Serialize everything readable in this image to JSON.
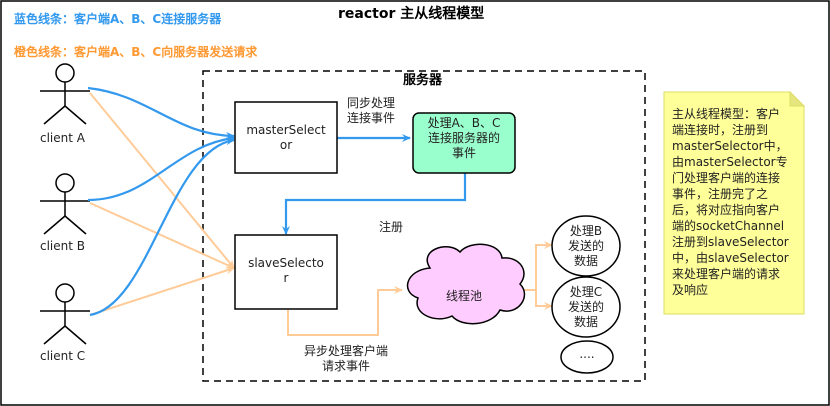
{
  "title": "reactor 主从线程模型",
  "legend": {
    "blue": "蓝色线条：客户端A、B、C连接服务器",
    "orange": "橙色线条：客户端A、B、C向服务器发送请求"
  },
  "server_label": "服务器",
  "clients": [
    "client A",
    "client B",
    "client C"
  ],
  "master": [
    "masterSelect",
    "or"
  ],
  "slave": [
    "slaveSelecto",
    "r"
  ],
  "sync_label": [
    "同步处理",
    "连接事件"
  ],
  "process_box": [
    "处理A、B、C",
    "连接服务器的",
    "事件"
  ],
  "register_label": "注册",
  "thread_pool": "线程池",
  "async_label": [
    "异步处理客户端",
    "请求事件"
  ],
  "result_b": [
    "处理B",
    "发送的",
    "数据"
  ],
  "result_c": [
    "处理C",
    "发送的",
    "数据"
  ],
  "more": "....",
  "note_lines": [
    "主从线程模型：客户",
    "端连接时，注册到",
    "masterSelector中，",
    "由masterSelector专",
    "门处理客户端的连接",
    "事件，注册完了之",
    "后，将对应指向客户",
    "端的socketChannel",
    "注册到slaveSelector",
    "中，由slaveSelector",
    "来处理客户端的请求",
    "及响应"
  ],
  "colors": {
    "blue": "#3399ee",
    "orange": "#ffcc99",
    "green": "#99ffcc",
    "note": "#ffff99",
    "cloud": "#ffccff",
    "legend_blue": "#3399ee",
    "legend_orange": "#ff9933"
  }
}
